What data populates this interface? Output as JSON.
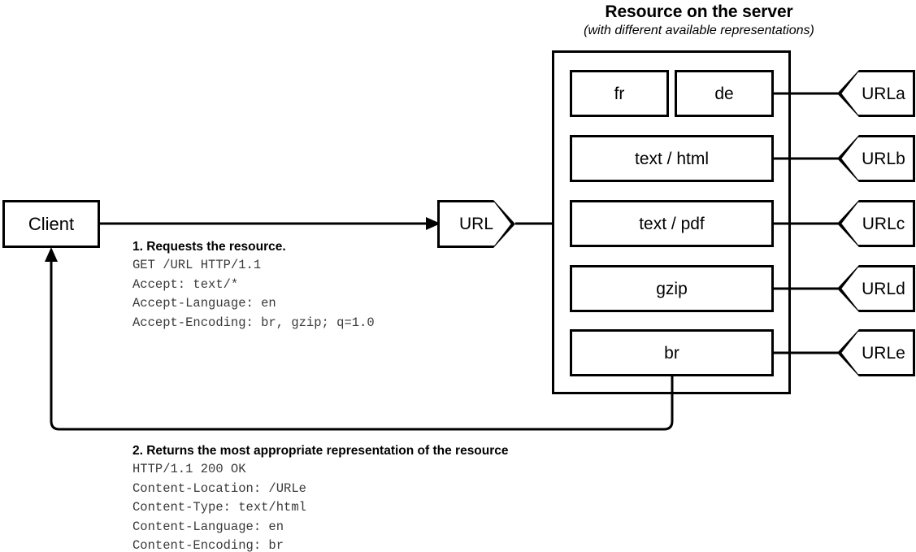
{
  "server": {
    "title": "Resource on the server",
    "subtitle": "(with different available representations)"
  },
  "client": {
    "label": "Client"
  },
  "url_request_tag": {
    "label": "URL"
  },
  "representations": [
    {
      "cells": [
        "fr",
        "de"
      ],
      "target": "URLa"
    },
    {
      "cells": [
        "text / html"
      ],
      "target": "URLb"
    },
    {
      "cells": [
        "text / pdf"
      ],
      "target": "URLc"
    },
    {
      "cells": [
        "gzip"
      ],
      "target": "URLd"
    },
    {
      "cells": [
        "br"
      ],
      "target": "URLe"
    }
  ],
  "url_targets": [
    "URLa",
    "URLb",
    "URLc",
    "URLd",
    "URLe"
  ],
  "request_note": {
    "title": "1. Requests the resource.",
    "lines": [
      "GET /URL HTTP/1.1",
      "Accept: text/*",
      "Accept-Language: en",
      "Accept-Encoding: br, gzip; q=1.0"
    ]
  },
  "response_note": {
    "title": "2. Returns the most appropriate representation of the resource",
    "lines": [
      "HTTP/1.1 200 OK",
      "Content-Location: /URLe",
      "Content-Type: text/html",
      "Content-Language: en",
      "Content-Encoding: br"
    ]
  },
  "colors": {
    "stroke": "#000000",
    "background": "#ffffff",
    "mono_text": "#3a3a3a"
  }
}
